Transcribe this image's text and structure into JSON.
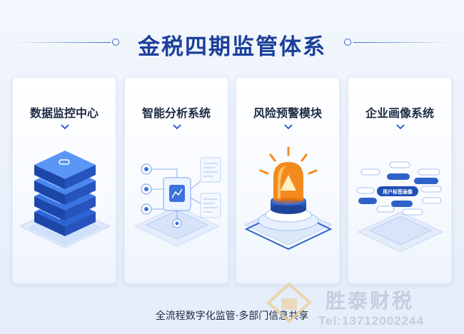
{
  "title": "金税四期监管体系",
  "cards": [
    {
      "title": "数据监控中心"
    },
    {
      "title": "智能分析系统"
    },
    {
      "title": "风险预警模块"
    },
    {
      "title": "企业画像系统",
      "tag_center": "用户标签画像"
    }
  ],
  "footer": "全流程数字化监管·多部门信息共享",
  "watermark": {
    "name": "胜泰财税",
    "tel": "Tel:13712002244"
  },
  "colors": {
    "title": "#1b3f9a",
    "accent": "#2f62c8",
    "alarm": "#f07a1a"
  }
}
